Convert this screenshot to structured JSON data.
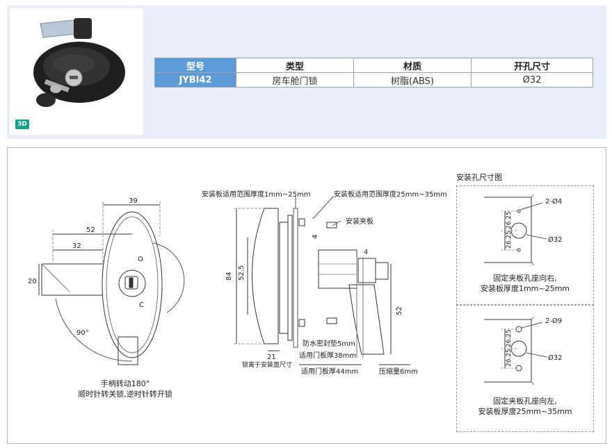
{
  "badge": "3D",
  "table": {
    "headers": [
      "型号",
      "类型",
      "材质",
      "开孔尺寸"
    ],
    "row": [
      "JYBI42",
      "房车舱门锁",
      "树脂(ABS)",
      "Ø32"
    ]
  },
  "front_view": {
    "dims": [
      "39",
      "52",
      "32",
      "20",
      "90°"
    ],
    "labels": [
      "O",
      "C"
    ],
    "caption_line1": "手柄转动180°",
    "caption_line2": "顺时针转关锁,逆时针转开锁"
  },
  "side_view": {
    "top_label_left": "安装板适用范围厚度1mm~25mm",
    "top_label_right": "安装板适用范围厚度25mm~35mm",
    "clip_label": "安装夹板",
    "dims": [
      "84",
      "52.5",
      "4",
      "4",
      "52",
      "21"
    ],
    "seal_label": "防水密封垫5mm",
    "door_38_label": "适用门板厚38mm",
    "lock_offset_label": "锁离于安装面尺寸",
    "door_44_label": "适用门板厚44mm",
    "compress_label": "压缩量6mm"
  },
  "hole_diagram": {
    "title": "安装孔尺寸图",
    "top": {
      "hole_label": "2-Ø4",
      "dim_a": "26.25",
      "dim_b": "26.25",
      "dia": "Ø32",
      "caption_line1": "固定夹板孔座向右,",
      "caption_line2": "安装板厚度1mm~25mm"
    },
    "bottom": {
      "hole_label": "2-Ø9",
      "dim_a": "26.25",
      "dim_b": "26.25",
      "dia": "Ø32",
      "caption_line1": "固定夹板孔座向左,",
      "caption_line2": "安装板厚度25mm~35mm"
    }
  }
}
